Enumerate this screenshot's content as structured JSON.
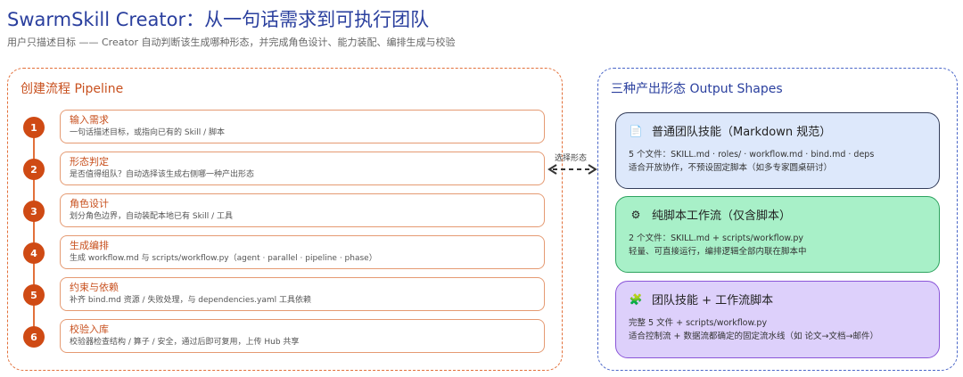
{
  "header": {
    "title": "SwarmSkill Creator：从一句话需求到可执行团队",
    "subtitle": "用户只描述目标 —— Creator 自动判断该生成哪种形态，并完成角色设计、能力装配、编排生成与校验"
  },
  "pipeline": {
    "title": "创建流程  Pipeline",
    "steps": [
      {
        "num": "1",
        "title": "输入需求",
        "desc": "一句话描述目标，或指向已有的 Skill / 脚本"
      },
      {
        "num": "2",
        "title": "形态判定",
        "desc": "是否值得组队？自动选择该生成右侧哪一种产出形态"
      },
      {
        "num": "3",
        "title": "角色设计",
        "desc": "划分角色边界，自动装配本地已有 Skill / 工具"
      },
      {
        "num": "4",
        "title": "生成编排",
        "desc": "生成 workflow.md 与 scripts/workflow.py（agent · parallel · pipeline · phase）"
      },
      {
        "num": "5",
        "title": "约束与依赖",
        "desc": "补齐 bind.md 资源 / 失败处理，与 dependencies.yaml 工具依赖"
      },
      {
        "num": "6",
        "title": "校验入库",
        "desc": "校验器检查结构 / 算子 / 安全，通过后即可复用，上传 Hub 共享"
      }
    ]
  },
  "connector": {
    "label": "选择形态"
  },
  "outputs": {
    "title": "三种产出形态  Output Shapes",
    "shapes": [
      {
        "icon": "📄",
        "icon_name": "document-icon",
        "title": "普通团队技能（Markdown 规范）",
        "line1": "5 个文件：SKILL.md · roles/ · workflow.md · bind.md · deps",
        "line2": "适合开放协作，不预设固定脚本（如多专家圆桌研讨）"
      },
      {
        "icon": "⚙",
        "icon_name": "gear-icon",
        "title": "纯脚本工作流（仅含脚本）",
        "line1": "2 个文件：SKILL.md + scripts/workflow.py",
        "line2": "轻量、可直接运行，编排逻辑全部内联在脚本中"
      },
      {
        "icon": "🧩",
        "icon_name": "puzzle-icon",
        "title": "团队技能 + 工作流脚本",
        "line1": "完整 5 文件 + scripts/workflow.py",
        "line2": "适合控制流 + 数据流都确定的固定流水线（如 论文→文档→邮件）"
      }
    ]
  }
}
